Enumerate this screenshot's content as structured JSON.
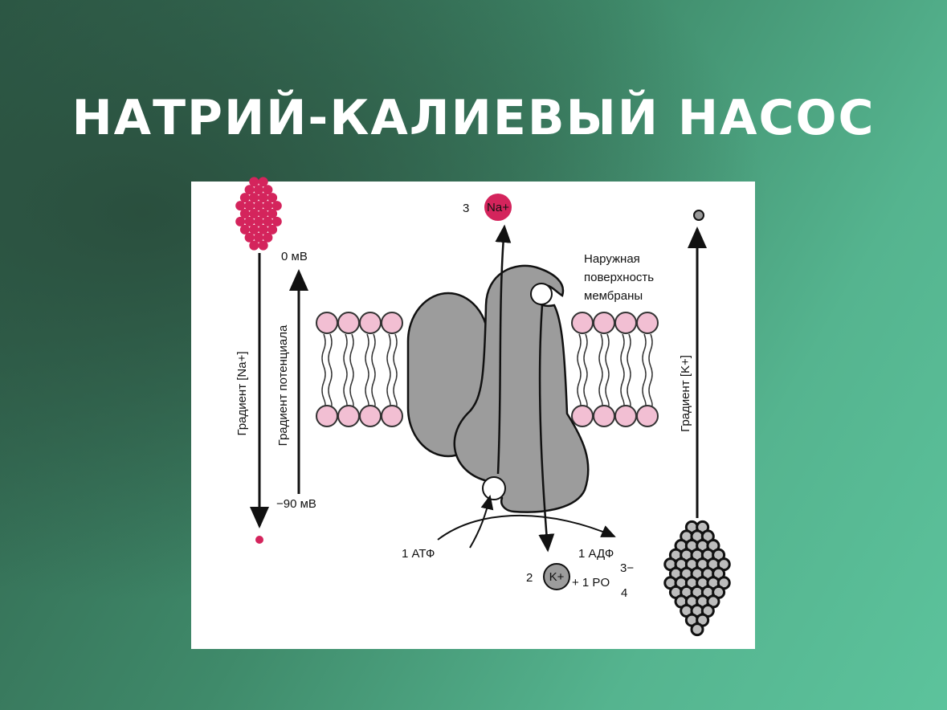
{
  "title": "НАТРИЙ-КАЛИЕВЫЙ НАСОС",
  "diagram": {
    "na_count": "3",
    "na_label": "Na+",
    "potential_top": "0 мВ",
    "potential_bottom": "−90 мВ",
    "na_gradient": "Градиент [Na+]",
    "potential_gradient": "Градиент потенциала",
    "outer_surface": [
      "Наружная",
      "поверхность",
      "мембраны"
    ],
    "k_gradient": "Градиент [K+]",
    "atp": "1 АТФ",
    "adp": "1 АДФ",
    "k_count": "2",
    "k_label": "K+",
    "phosphate": "+ 1 PO",
    "phosphate_sub": "4",
    "phosphate_sup": "3−"
  },
  "colors": {
    "sodium": "#d4245c",
    "membrane_head": "#f2bfd3",
    "protein": "#9c9c9c"
  }
}
